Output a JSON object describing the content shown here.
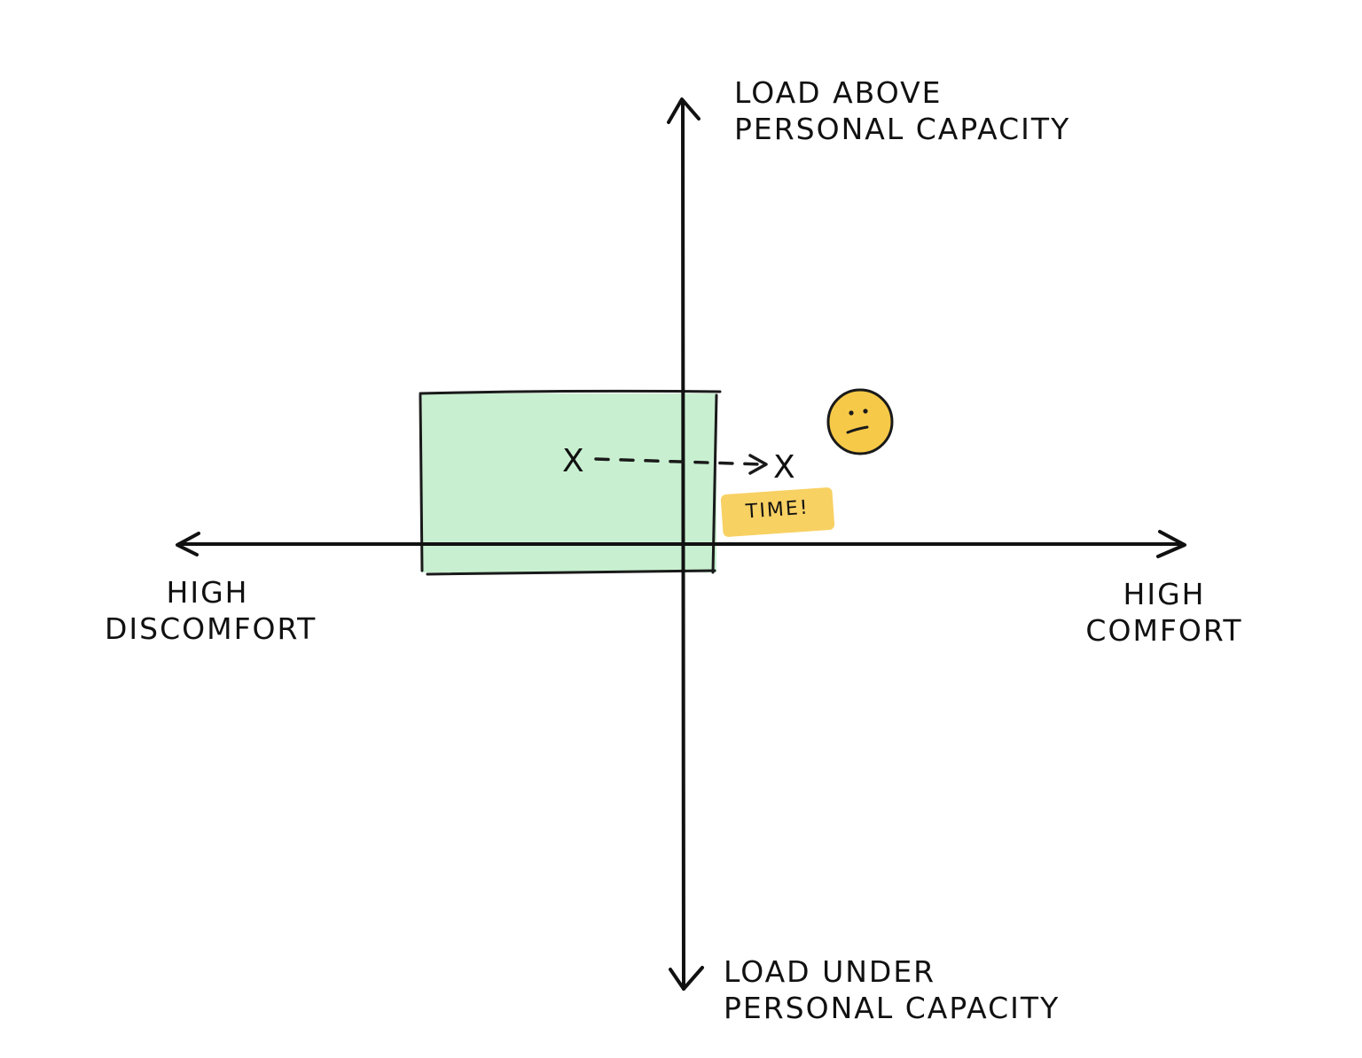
{
  "diagram": {
    "axes": {
      "top_label_lines": [
        "LOAD ABOVE",
        "PERSONAL CAPACITY"
      ],
      "bottom_label_lines": [
        "LOAD UNDER",
        "PERSONAL CAPACITY"
      ],
      "left_label_lines": [
        "HIGH",
        "DISCOMFORT"
      ],
      "right_label_lines": [
        "HIGH",
        "COMFORT"
      ]
    },
    "zone": {
      "fill_color": "#c8f0d0",
      "stroke_color": "#1a1a1a"
    },
    "markers": {
      "start": "X",
      "end": "X"
    },
    "movement_arrow": {
      "style": "dashed",
      "color": "#1a1a1a"
    },
    "time_tag": {
      "label": "TIME!",
      "highlight_color": "#f7c948"
    },
    "face": {
      "icon": "neutral-face-icon",
      "fill_color": "#f7c948",
      "stroke_color": "#1a1a1a"
    },
    "colors": {
      "ink": "#111111",
      "background": "#ffffff"
    }
  }
}
